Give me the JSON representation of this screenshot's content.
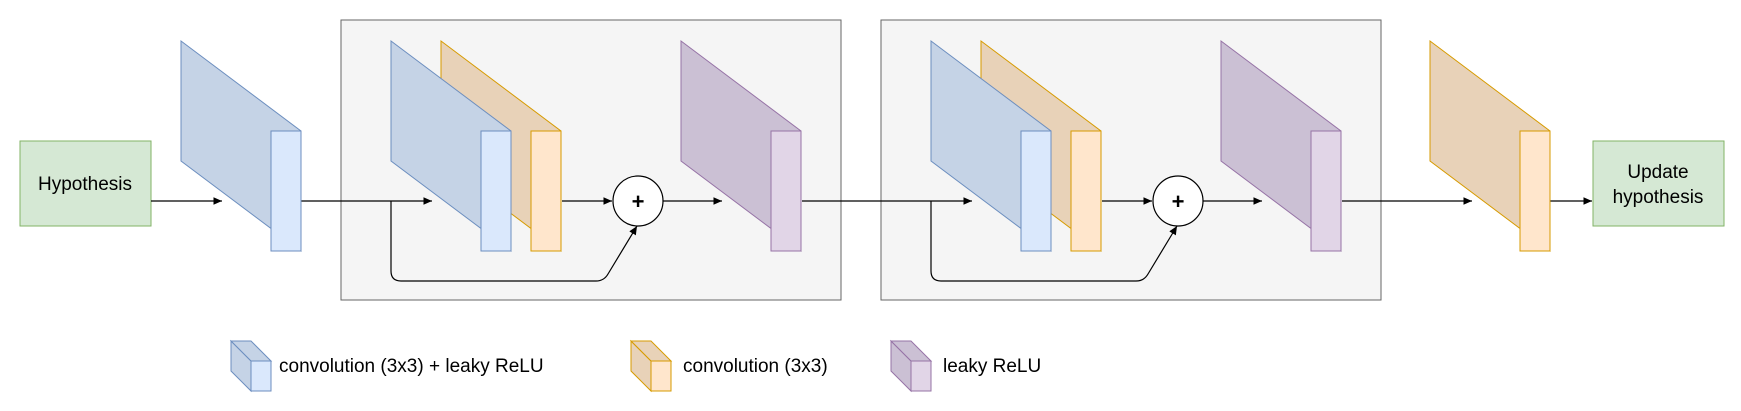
{
  "diagram": {
    "input_label": "Hypothesis",
    "output_label_line1": "Update",
    "output_label_line2": "hypothesis",
    "plus_symbol": "+"
  },
  "legend": {
    "conv_relu": "convolution (3x3) + leaky ReLU",
    "conv": "convolution (3x3)",
    "relu": "leaky ReLU"
  },
  "colors": {
    "node_fill": "#d5e8d4",
    "node_stroke": "#82b366",
    "group_fill": "#f5f5f5",
    "group_stroke": "#666666",
    "blue_front": "#dae8fc",
    "blue_side": "#c5d3e6",
    "blue_stroke": "#6c8ebf",
    "orange_front": "#ffe6cc",
    "orange_side": "#e8d2b8",
    "orange_stroke": "#d79b00",
    "purple_front": "#e1d5e7",
    "purple_side": "#cbc0d4",
    "purple_stroke": "#9673a6"
  }
}
